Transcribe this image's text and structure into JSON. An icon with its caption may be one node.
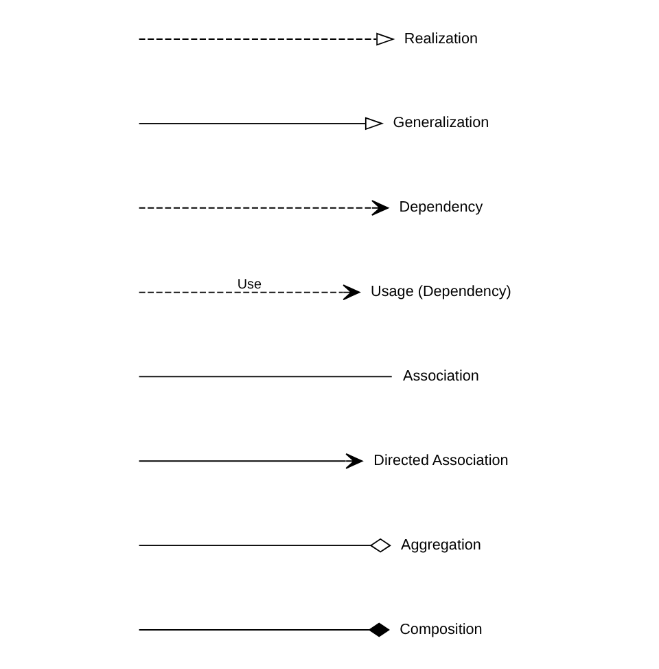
{
  "diagram": {
    "nodes": [
      {
        "text": [
          "Composition"
        ]
      },
      {
        "text": [
          "Aggregation"
        ]
      },
      {
        "text": [
          "Directed Association"
        ]
      },
      {
        "text": [
          "Association"
        ]
      },
      {
        "text": [
          "Usage (Dependency)"
        ]
      },
      {
        "text": [
          "Dependency"
        ]
      },
      {
        "text": [
          "Generalization"
        ]
      },
      {
        "text": [
          "Realization"
        ]
      }
    ],
    "edges": [
      {
        "from": null,
        "to": 0,
        "arrow": "other"
      },
      {
        "from": null,
        "to": 1,
        "arrow": "other"
      },
      {
        "from": null,
        "to": 2,
        "arrow": "to"
      },
      {
        "from": null,
        "to": 3,
        "arrow": "none"
      },
      {
        "from": null,
        "to": 4,
        "arrow": "to",
        "style": "dashed",
        "label": "Use"
      },
      {
        "from": null,
        "to": 5,
        "arrow": "to",
        "style": "dashed"
      },
      {
        "from": null,
        "to": 6,
        "arrow": "to"
      },
      {
        "from": null,
        "to": 7,
        "arrow": "to",
        "style": "dashed"
      }
    ]
  }
}
